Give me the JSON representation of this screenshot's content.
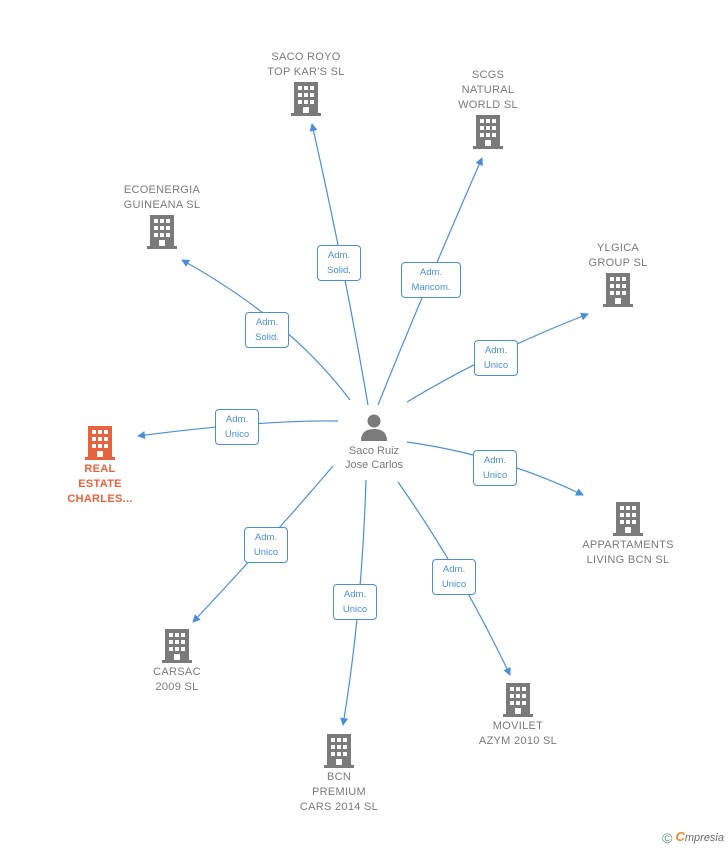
{
  "center": {
    "name": "Saco Ruiz\nJose Carlos"
  },
  "companies": [
    {
      "id": "saco-royo",
      "name": "SACO ROYO\nTOP KAR'S SL",
      "role": "Adm.\nSolid."
    },
    {
      "id": "scgs",
      "name": "SCGS\nNATURAL\nWORLD  SL",
      "role": "Adm.\nMancom."
    },
    {
      "id": "ecoenergia",
      "name": "ECOENERGIA\nGUINEANA SL",
      "role": "Adm.\nSolid."
    },
    {
      "id": "ylgica",
      "name": "YLGICA\nGROUP  SL",
      "role": "Adm.\nUnico"
    },
    {
      "id": "real-estate",
      "name": "REAL\nESTATE\nCHARLES...",
      "role": "Adm.\nUnico",
      "highlight": true
    },
    {
      "id": "appartaments",
      "name": "APPARTAMENTS\nLIVING BCN  SL",
      "role": "Adm.\nUnico"
    },
    {
      "id": "carsac",
      "name": "CARSAC\n2009 SL",
      "role": "Adm.\nUnico"
    },
    {
      "id": "bcn-premium",
      "name": "BCN\nPREMIUM\nCARS 2014  SL",
      "role": "Adm.\nUnico"
    },
    {
      "id": "movilet",
      "name": "MOVILET\nAZYM 2010 SL",
      "role": "Adm.\nUnico"
    }
  ],
  "colors": {
    "edge": "#4a8fd6",
    "building": "#7a7a7a",
    "highlight": "#e8623d"
  },
  "footer": {
    "copyright": "©",
    "brand_first": "C",
    "brand_rest": "mpresia"
  }
}
